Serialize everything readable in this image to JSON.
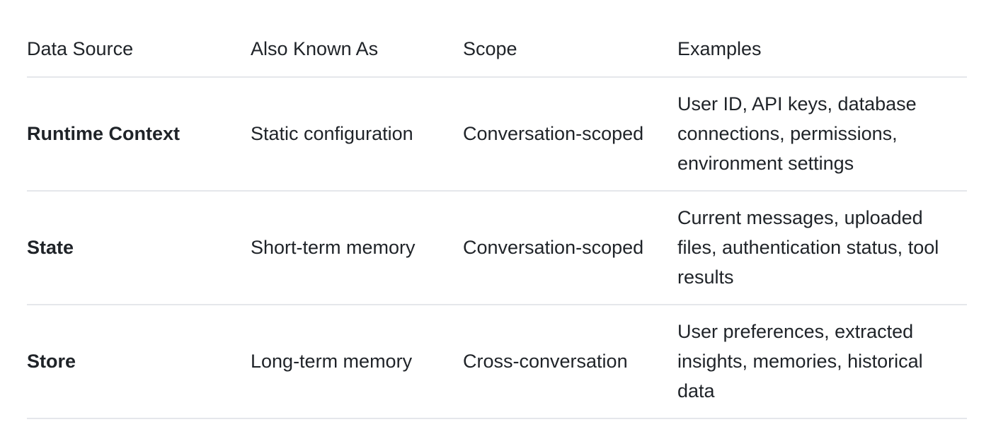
{
  "table": {
    "headers": [
      "Data Source",
      "Also Known As",
      "Scope",
      "Examples"
    ],
    "rows": [
      {
        "name": "Runtime Context",
        "aka": "Static configuration",
        "scope": "Conversation-scoped",
        "examples": "User ID, API keys, database connections, permissions, environment settings"
      },
      {
        "name": "State",
        "aka": "Short-term memory",
        "scope": "Conversation-scoped",
        "examples": "Current messages, uploaded files, authentication status, tool results"
      },
      {
        "name": "Store",
        "aka": "Long-term memory",
        "scope": "Cross-conversation",
        "examples": "User preferences, extracted insights, memories, historical data"
      }
    ]
  },
  "colors": {
    "text": "#1f2328",
    "border": "#e5e7eb",
    "background": "#ffffff"
  }
}
